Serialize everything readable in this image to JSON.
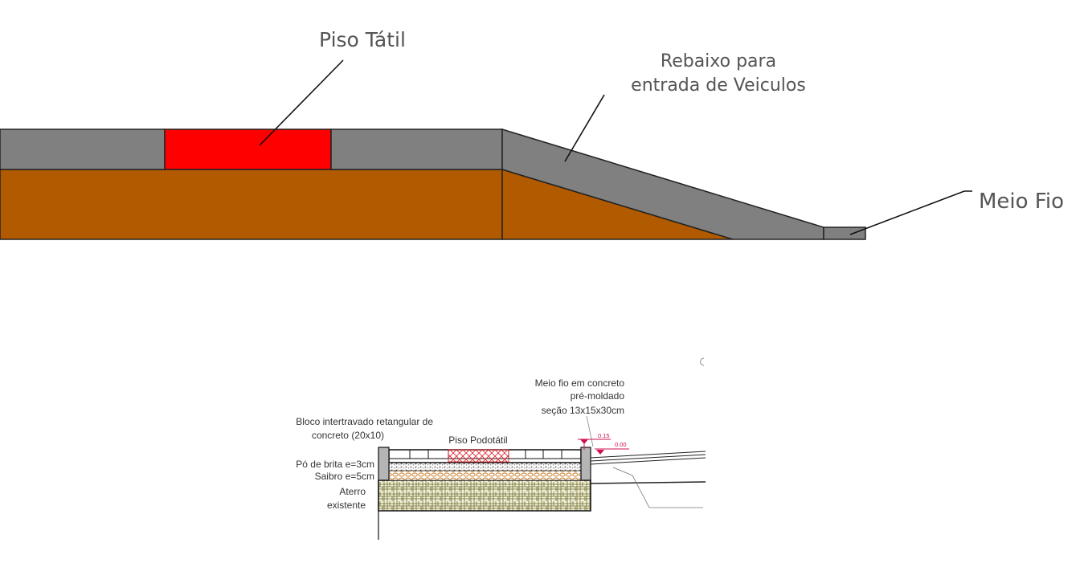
{
  "top_section": {
    "labels": {
      "piso_tatil": "Piso Tátil",
      "rebaixo_line1": "Rebaixo para",
      "rebaixo_line2": "entrada de Veiculos",
      "meio_fio": "Meio Fio"
    },
    "colors": {
      "pavement": "#808080",
      "tactile": "#ff0000",
      "soil": "#b25a00"
    }
  },
  "detail_section": {
    "labels": {
      "meio_fio_line1": "Meio fio em concreto",
      "meio_fio_line2": "pré-moldado",
      "meio_fio_line3": "seção 13x15x30cm",
      "bloco_line1": "Bloco intertravado retangular de",
      "bloco_line2": "concreto (20x10)",
      "piso_podotatil": "Piso Podotátil",
      "po_brita": "Pó de brita e=3cm",
      "saibro": "Saibro e=5cm",
      "aterro_line1": "Aterro",
      "aterro_line2": "existente",
      "level_high": "0.15",
      "level_low": "0.00"
    },
    "colors": {
      "level_marker": "#d0104c",
      "hatch_red": "#e0202a",
      "saibro": "#c8781e",
      "aterro": "#6b6b2a"
    }
  }
}
